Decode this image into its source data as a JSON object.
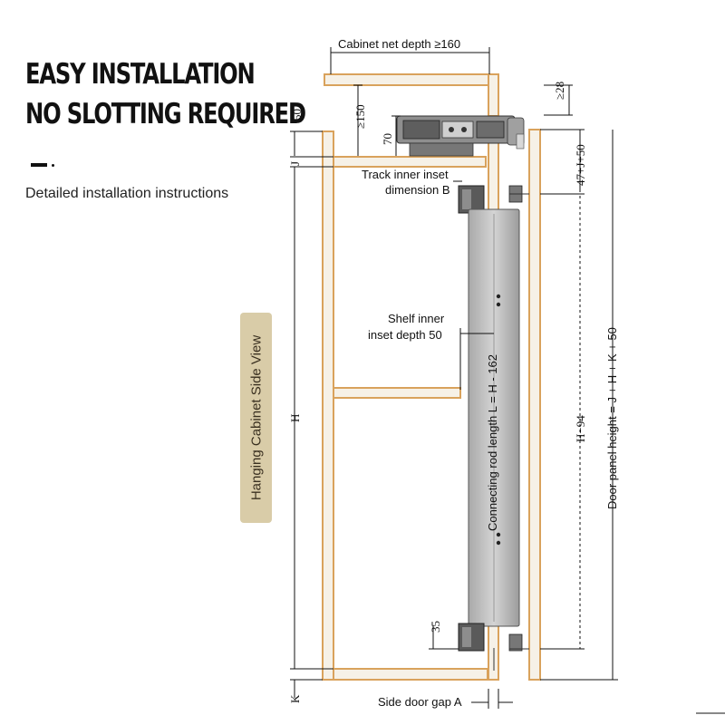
{
  "header": {
    "line1": "EASY INSTALLATION",
    "line2": "NO SLOTTING REQUIRED",
    "subtitle": "Detailed installation instructions"
  },
  "side_label": "Hanging Cabinet Side View",
  "labels": {
    "cabinet_net_depth": "Cabinet net depth ≥160",
    "track_inner_inset_1": "Track inner inset",
    "track_inner_inset_2": "dimension B",
    "shelf_inner_1": "Shelf inner",
    "shelf_inner_2": "inset depth 50",
    "connecting_rod": "Connecting rod length L = H - 162",
    "side_door_gap": "Side door gap A",
    "door_panel_height": "Door panel height = J + H + K + 50"
  },
  "dimensions": {
    "d50": "50",
    "d150": "≥150",
    "d70": "70",
    "dJ": "J",
    "dH": "H",
    "dK": "K",
    "d35": "35",
    "d28": "≥28",
    "d47": "47+J+50",
    "dH94": "H−94"
  },
  "colors": {
    "wood_fill": "#f6f1e7",
    "wood_edge": "#d9a25c",
    "metal": "#bdbdbd",
    "badge": "#d9cca8"
  }
}
